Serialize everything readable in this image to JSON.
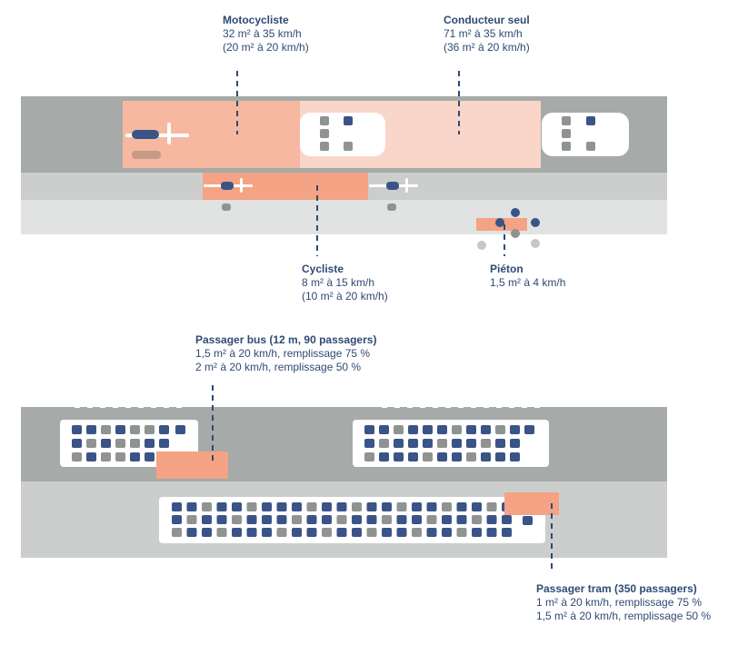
{
  "colors": {
    "road_dark": "#a6aaa8",
    "road_mid": "#cbcecd",
    "road_light": "#e1e3e2",
    "zone_light": "#f9d6c9",
    "zone_mid": "#f6b8a0",
    "zone_strong": "#f4a384",
    "seat_blue": "#3a5488",
    "seat_grey": "#8f9391",
    "text": "#2f4a73"
  },
  "labels": {
    "motocycliste": {
      "title": "Motocycliste",
      "line1": "32 m² à 35 km/h",
      "line2": "(20 m² à 20 km/h)"
    },
    "conducteur": {
      "title": "Conducteur seul",
      "line1": "71 m² à 35 km/h",
      "line2": "(36 m² à 20 km/h)"
    },
    "cycliste": {
      "title": "Cycliste",
      "line1": "8 m² à 15 km/h",
      "line2": "(10 m² à 20 km/h)"
    },
    "pieton": {
      "title": "Piéton",
      "line1": "1,5 m² à 4 km/h"
    },
    "bus": {
      "title": "Passager bus (12 m, 90 passagers)",
      "line1": "1,5 m² à 20 km/h, remplissage 75 %",
      "line2": "2 m² à 20 km/h, remplissage 50 %"
    },
    "tram": {
      "title": "Passager tram (350 passagers)",
      "line1": "1 m² à 20 km/h, remplissage 75 %",
      "line2": "1,5 m² à 20 km/h, remplissage 50 %"
    }
  }
}
